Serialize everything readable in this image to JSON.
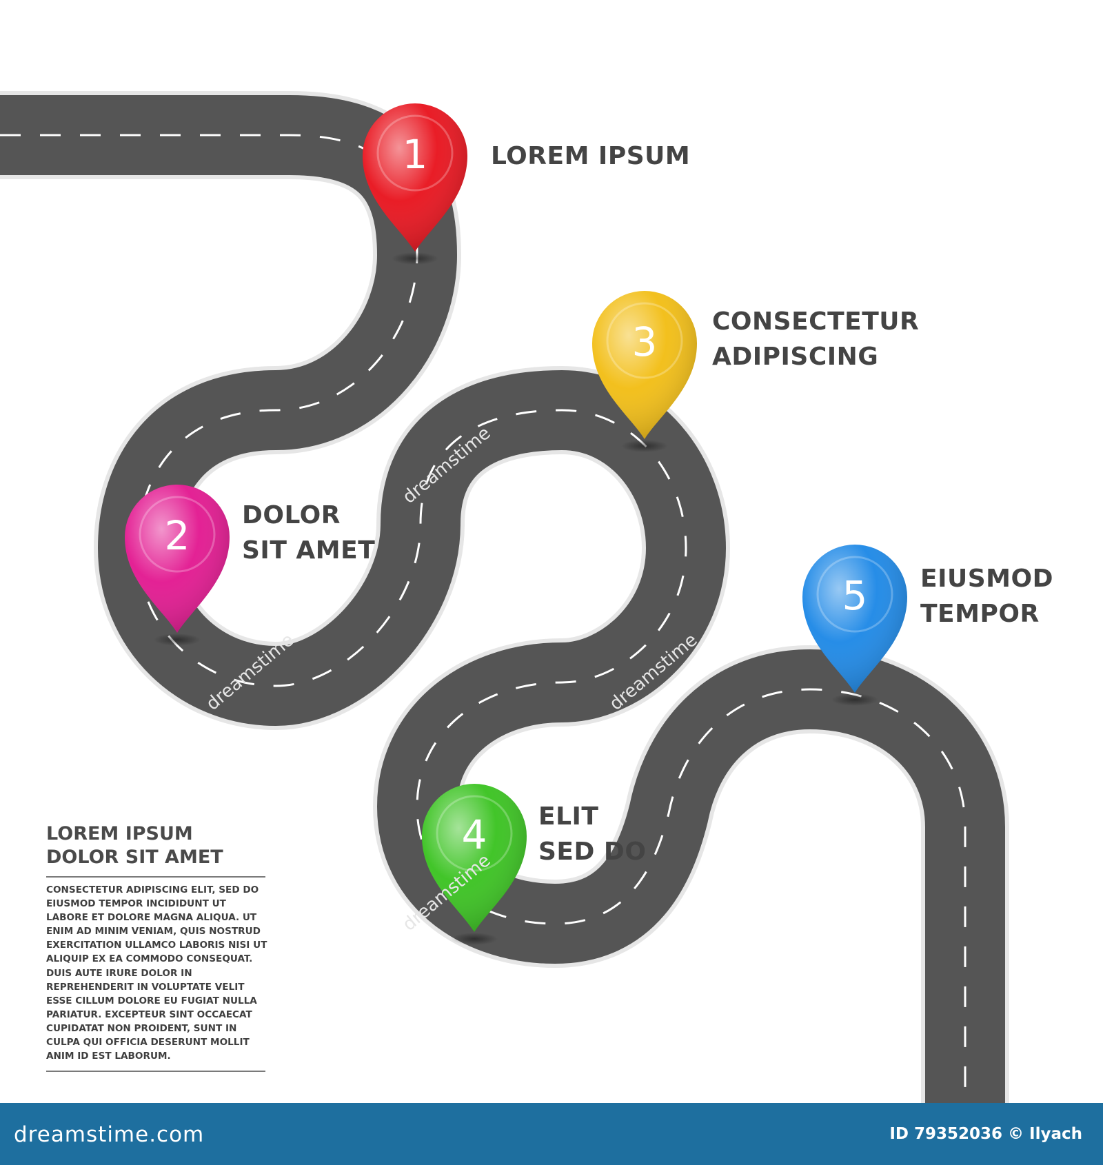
{
  "steps": [
    {
      "number": "1",
      "line1": "LOREM IPSUM",
      "line2": "",
      "color": "#e8111b"
    },
    {
      "number": "2",
      "line1": "DOLOR",
      "line2": "SIT AMET",
      "color": "#e2168f"
    },
    {
      "number": "3",
      "line1": "CONSECTETUR",
      "line2": "ADIPISCING",
      "color": "#f2bd12"
    },
    {
      "number": "4",
      "line1": "ELIT",
      "line2": "SED DO",
      "color": "#38c21e"
    },
    {
      "number": "5",
      "line1": "EIUSMOD",
      "line2": "TEMPOR",
      "color": "#1b87e6"
    }
  ],
  "sidebar": {
    "title_line1": "LOREM IPSUM",
    "title_line2": "DOLOR SIT AMET",
    "body": "CONSECTETUR ADIPISCING ELIT, SED DO EIUSMOD TEMPOR INCIDIDUNT UT LABORE ET DOLORE MAGNA ALIQUA. UT ENIM AD MINIM VENIAM, QUIS NOSTRUD EXERCITATION ULLAMCO LABORIS NISI UT ALIQUIP EX EA COMMODO CONSEQUAT. DUIS AUTE IRURE DOLOR IN REPREHENDERIT IN VOLUPTATE VELIT ESSE CILLUM DOLORE EU FUGIAT NULLA PARIATUR. EXCEPTEUR SINT OCCAECAT CUPIDATAT NON PROIDENT, SUNT IN CULPA QUI OFFICIA DESERUNT MOLLIT ANIM ID EST LABORUM."
  },
  "footer": {
    "brand": "dreamstime.com",
    "id_text": "ID 79352036 © Ilyach"
  },
  "watermark": "dreamstime",
  "colors": {
    "road": "#555555",
    "road_edge": "#e6e6e6",
    "lane": "#ffffff",
    "footer": "#1e6f9f"
  }
}
